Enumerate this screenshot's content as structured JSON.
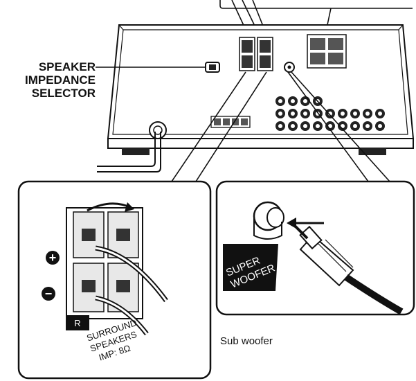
{
  "labels": {
    "impedance_selector": [
      "SPEAKER",
      "IMPEDANCE",
      "SELECTOR"
    ],
    "sub_woofer_caption": "Sub woofer",
    "super_woofer_plate": [
      "SUPER",
      "WOOFER"
    ],
    "channel_badge": "R",
    "surround_text": [
      "SURROUND",
      "SPEAKERS",
      "IMP: 8Ω"
    ],
    "plus_symbol": "+",
    "minus_symbol": "−"
  }
}
